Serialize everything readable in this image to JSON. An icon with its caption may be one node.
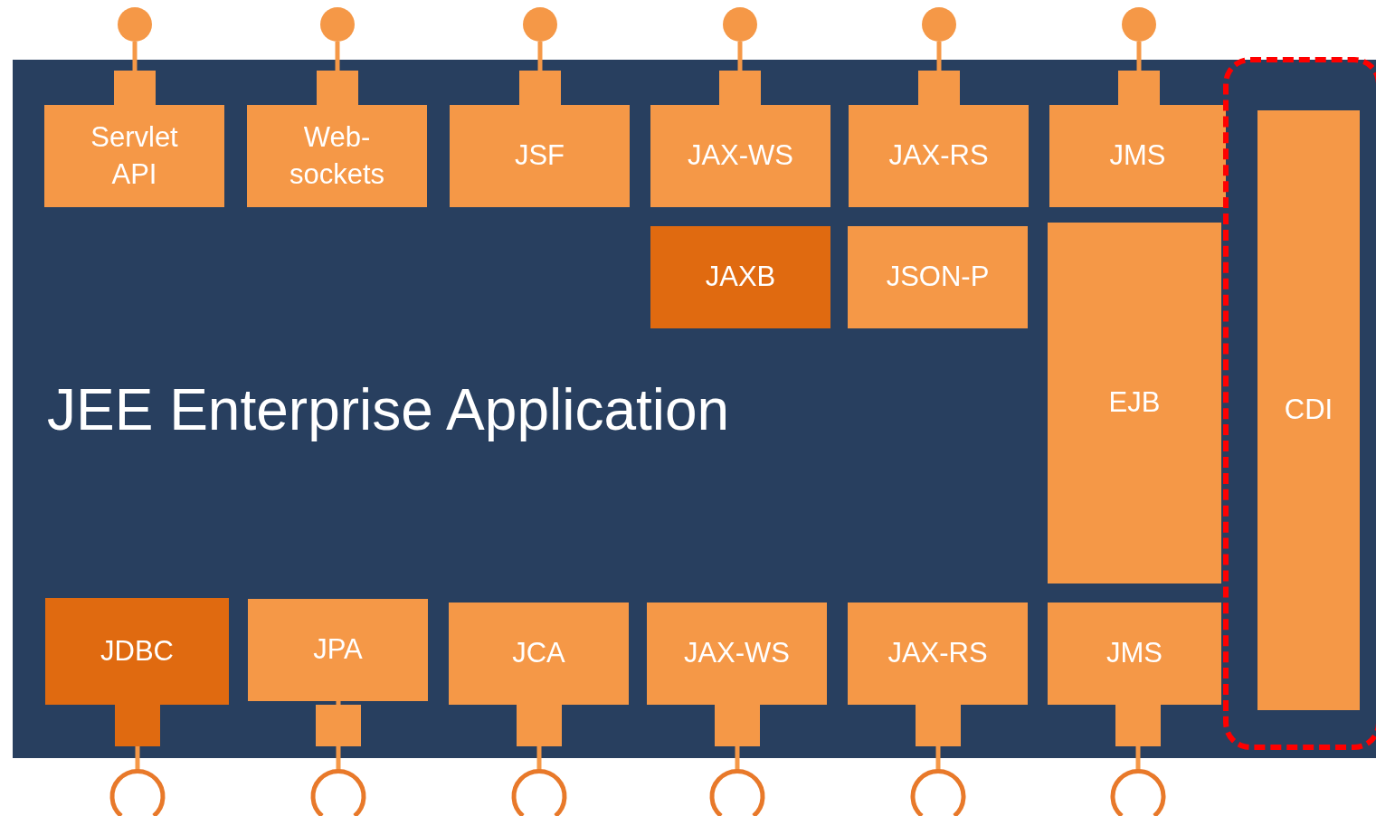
{
  "diagram": {
    "nodes": [
      {
        "text": [
          "JEE Enterprise Application"
        ]
      },
      {
        "text": [
          "Servlet API"
        ],
        "in": 0
      },
      {
        "text": [
          "Web-sockets"
        ],
        "in": 0
      },
      {
        "text": [
          "JSF"
        ],
        "in": 0
      },
      {
        "text": [
          "JAX-WS"
        ],
        "in": 0
      },
      {
        "text": [
          "JAX-RS"
        ],
        "in": 0
      },
      {
        "text": [
          "JMS"
        ],
        "in": 0
      },
      {
        "text": [
          "JAXB"
        ],
        "in": 0
      },
      {
        "text": [
          "JSON-P"
        ],
        "in": 0
      },
      {
        "text": [
          "EJB"
        ],
        "in": 0
      },
      {
        "text": [
          "JDBC"
        ],
        "in": 0
      },
      {
        "text": [
          "JPA"
        ],
        "in": 0
      },
      {
        "text": [
          "JCA"
        ],
        "in": 0
      },
      {
        "text": [
          "JAX-WS"
        ],
        "in": 0
      },
      {
        "text": [
          "JAX-RS"
        ],
        "in": 0
      },
      {
        "text": [
          "JMS"
        ],
        "in": 0
      },
      {
        "text": [],
        "shape": "box",
        "in": 0
      },
      {
        "text": [
          "CDI"
        ],
        "in": 16
      },
      {
        "text": [],
        "shape": "circle"
      },
      {
        "text": [],
        "shape": "circle"
      },
      {
        "text": [],
        "shape": "circle"
      },
      {
        "text": [],
        "shape": "circle"
      },
      {
        "text": [],
        "shape": "circle"
      },
      {
        "text": [],
        "shape": "circle"
      },
      {
        "text": [],
        "shape": "socket"
      },
      {
        "text": [],
        "shape": "socket"
      },
      {
        "text": [],
        "shape": "socket"
      },
      {
        "text": [],
        "shape": "socket"
      },
      {
        "text": [],
        "shape": "socket"
      },
      {
        "text": [],
        "shape": "socket"
      }
    ],
    "edges": [
      {
        "from": 1,
        "to": 18,
        "arrow": "none"
      },
      {
        "from": 2,
        "to": 19,
        "arrow": "none"
      },
      {
        "from": 3,
        "to": 20,
        "arrow": "none"
      },
      {
        "from": 4,
        "to": 21,
        "arrow": "none"
      },
      {
        "from": 5,
        "to": 22,
        "arrow": "none"
      },
      {
        "from": 6,
        "to": 23,
        "arrow": "none"
      },
      {
        "from": 10,
        "to": 24,
        "arrow": "none"
      },
      {
        "from": 11,
        "to": 25,
        "arrow": "none"
      },
      {
        "from": 12,
        "to": 26,
        "arrow": "none"
      },
      {
        "from": 13,
        "to": 27,
        "arrow": "none"
      },
      {
        "from": 14,
        "to": 28,
        "arrow": "none"
      },
      {
        "from": 15,
        "to": 29,
        "arrow": "none"
      }
    ]
  }
}
